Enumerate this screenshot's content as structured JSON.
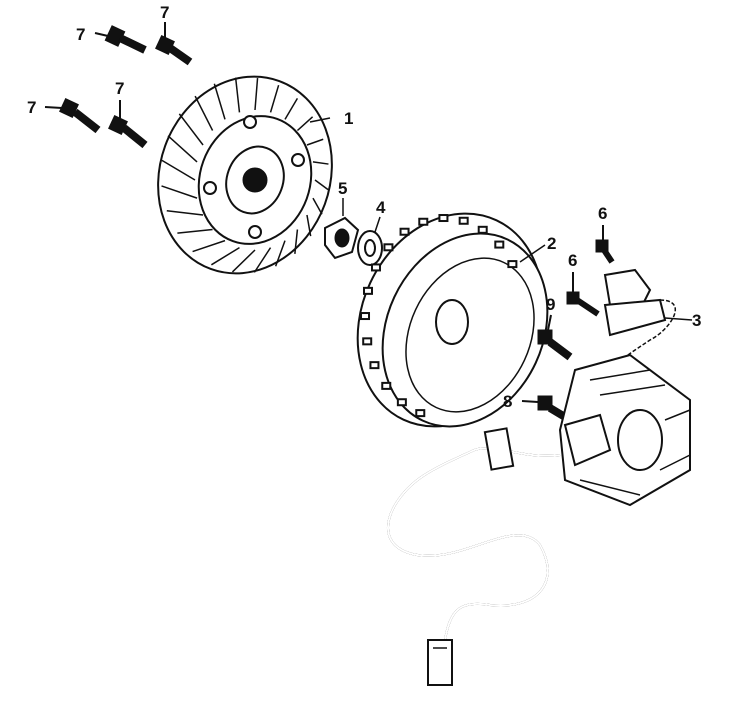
{
  "diagram": {
    "type": "exploded parts diagram",
    "parts": [
      {
        "id": "flywheel-fan",
        "label": "1"
      },
      {
        "id": "flywheel-rotor",
        "label": "2"
      },
      {
        "id": "pulse-generator",
        "label": "3"
      },
      {
        "id": "washer",
        "label": "4"
      },
      {
        "id": "nut",
        "label": "5"
      },
      {
        "id": "bolt-pulse-generator-a",
        "label": "6"
      },
      {
        "id": "bolt-pulse-generator-b",
        "label": "6"
      },
      {
        "id": "bolt-fan-a",
        "label": "7"
      },
      {
        "id": "bolt-fan-b",
        "label": "7"
      },
      {
        "id": "bolt-fan-c",
        "label": "7"
      },
      {
        "id": "bolt-fan-d",
        "label": "7"
      },
      {
        "id": "bolt-stator-a",
        "label": "8"
      },
      {
        "id": "bolt-stator-b",
        "label": "9"
      }
    ]
  }
}
